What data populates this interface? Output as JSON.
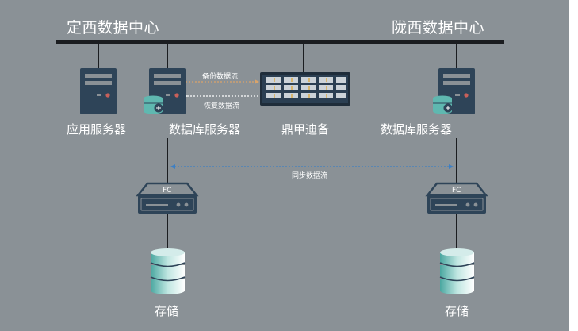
{
  "sites": {
    "left": "定西数据中心",
    "right": "陇西数据中心"
  },
  "nodes": {
    "app_server": "应用服务器",
    "db_server_left": "数据库服务器",
    "backup_device": "鼎甲迪备",
    "db_server_right": "数据库服务器",
    "storage_left": "存储",
    "storage_right": "存储"
  },
  "flows": {
    "backup": "备份数据流",
    "restore": "恢复数据流",
    "sync": "同步数据流"
  },
  "switches": {
    "left": "FC",
    "right": "FC"
  },
  "colors": {
    "background": "#8a9196",
    "device": "#2e4458",
    "db_teal": "#5fb8b0",
    "backup_flow": "#d9a46a",
    "restore_flow": "#ffffff",
    "sync_flow": "#3d7fc4"
  }
}
